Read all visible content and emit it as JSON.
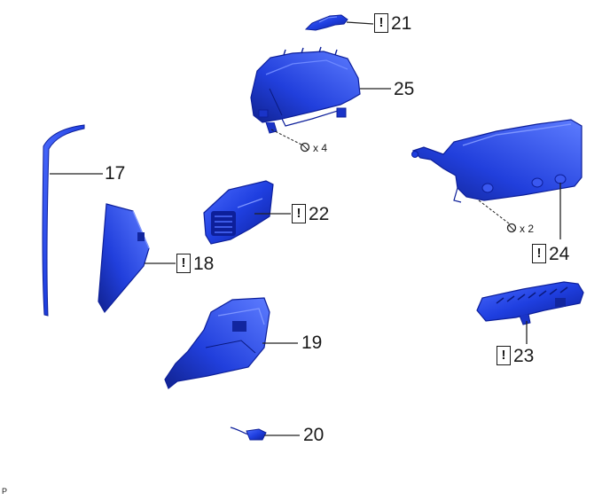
{
  "colors": {
    "part_fill": "#1f3fe0",
    "part_dark": "#0d1f9a",
    "part_light": "#5d7cff",
    "leader": "#222222"
  },
  "icons": {
    "caution": "caution-box-icon",
    "screw": "screw-icon"
  },
  "callouts": {
    "p17": {
      "number": "17",
      "caution": ""
    },
    "p18": {
      "number": "18",
      "caution": "!"
    },
    "p19": {
      "number": "19",
      "caution": ""
    },
    "p20": {
      "number": "20",
      "caution": ""
    },
    "p21": {
      "number": "21",
      "caution": "!"
    },
    "p22": {
      "number": "22",
      "caution": "!"
    },
    "p23": {
      "number": "23",
      "caution": "!"
    },
    "p24": {
      "number": "24",
      "caution": "!"
    },
    "p25": {
      "number": "25",
      "caution": ""
    }
  },
  "quantities": {
    "screws_25": "x 4",
    "screws_24": "x 2"
  },
  "footer": "P"
}
